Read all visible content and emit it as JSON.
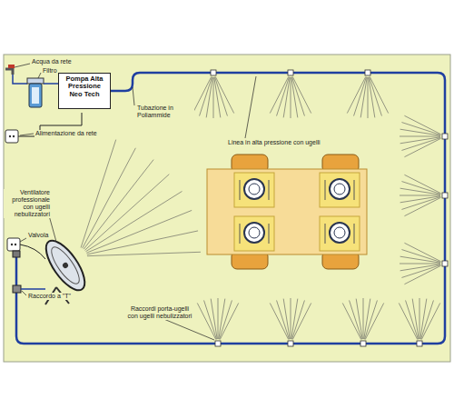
{
  "diagram": {
    "nodes": [
      {
        "text": [
          "Pompa Alta Pressione Neo Tech"
        ]
      }
    ],
    "labels": [
      "Acqua da rete",
      "Filtro",
      "Tubazione in Poliammide",
      "Alimentazione da rete",
      "Linea in alta pressione con ugelli",
      "Ventilatore professionale con ugelli nebulizzatori",
      "Valvola",
      "Raccordo a \"T\"",
      "Raccordi porta-ugelli con ugelli nebulizzatori"
    ]
  }
}
